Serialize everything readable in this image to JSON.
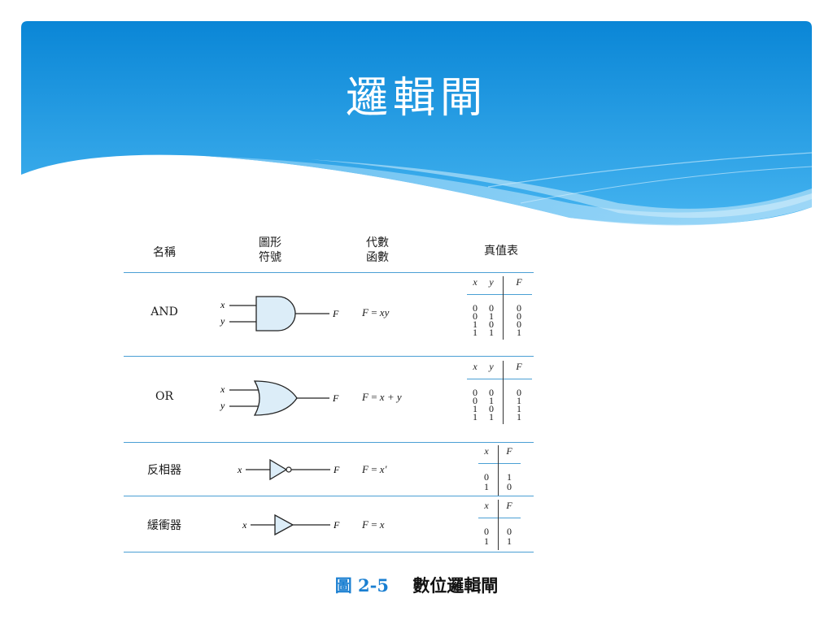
{
  "slide": {
    "title": "邏輯閘"
  },
  "table": {
    "headers": {
      "name": "名稱",
      "symbol_line1": "圖形",
      "symbol_line2": "符號",
      "algebra_line1": "代數",
      "algebra_line2": "函數",
      "truth": "真值表"
    },
    "gates": [
      {
        "name": "AND",
        "symbol": "and-gate-icon",
        "inputs": [
          "x",
          "y"
        ],
        "output": "F",
        "equation": {
          "lhs": "F",
          "op": "=",
          "rhs": "xy"
        },
        "truth_cols": [
          "x",
          "y",
          "F"
        ],
        "truth_rows": [
          [
            "0",
            "0",
            "0"
          ],
          [
            "0",
            "1",
            "0"
          ],
          [
            "1",
            "0",
            "0"
          ],
          [
            "1",
            "1",
            "1"
          ]
        ]
      },
      {
        "name": "OR",
        "symbol": "or-gate-icon",
        "inputs": [
          "x",
          "y"
        ],
        "output": "F",
        "equation": {
          "lhs": "F",
          "op": "=",
          "rhs": "x + y"
        },
        "truth_cols": [
          "x",
          "y",
          "F"
        ],
        "truth_rows": [
          [
            "0",
            "0",
            "0"
          ],
          [
            "0",
            "1",
            "1"
          ],
          [
            "1",
            "0",
            "1"
          ],
          [
            "1",
            "1",
            "1"
          ]
        ]
      },
      {
        "name": "反相器",
        "symbol": "inverter-gate-icon",
        "inputs": [
          "x"
        ],
        "output": "F",
        "equation": {
          "lhs": "F",
          "op": "=",
          "rhs": "x′"
        },
        "truth_cols": [
          "x",
          "F"
        ],
        "truth_rows": [
          [
            "0",
            "1"
          ],
          [
            "1",
            "0"
          ]
        ]
      },
      {
        "name": "緩衝器",
        "symbol": "buffer-gate-icon",
        "inputs": [
          "x"
        ],
        "output": "F",
        "equation": {
          "lhs": "F",
          "op": "=",
          "rhs": "x"
        },
        "truth_cols": [
          "x",
          "F"
        ],
        "truth_rows": [
          [
            "0",
            "0"
          ],
          [
            "1",
            "1"
          ]
        ]
      }
    ]
  },
  "caption": {
    "number": "圖 2-5",
    "text": "數位邏輯閘"
  },
  "colors": {
    "banner_top": "#0a86d6",
    "banner_bottom": "#3fb0ef",
    "rule": "#4a9fd4",
    "caption_number": "#1a7fd1"
  }
}
